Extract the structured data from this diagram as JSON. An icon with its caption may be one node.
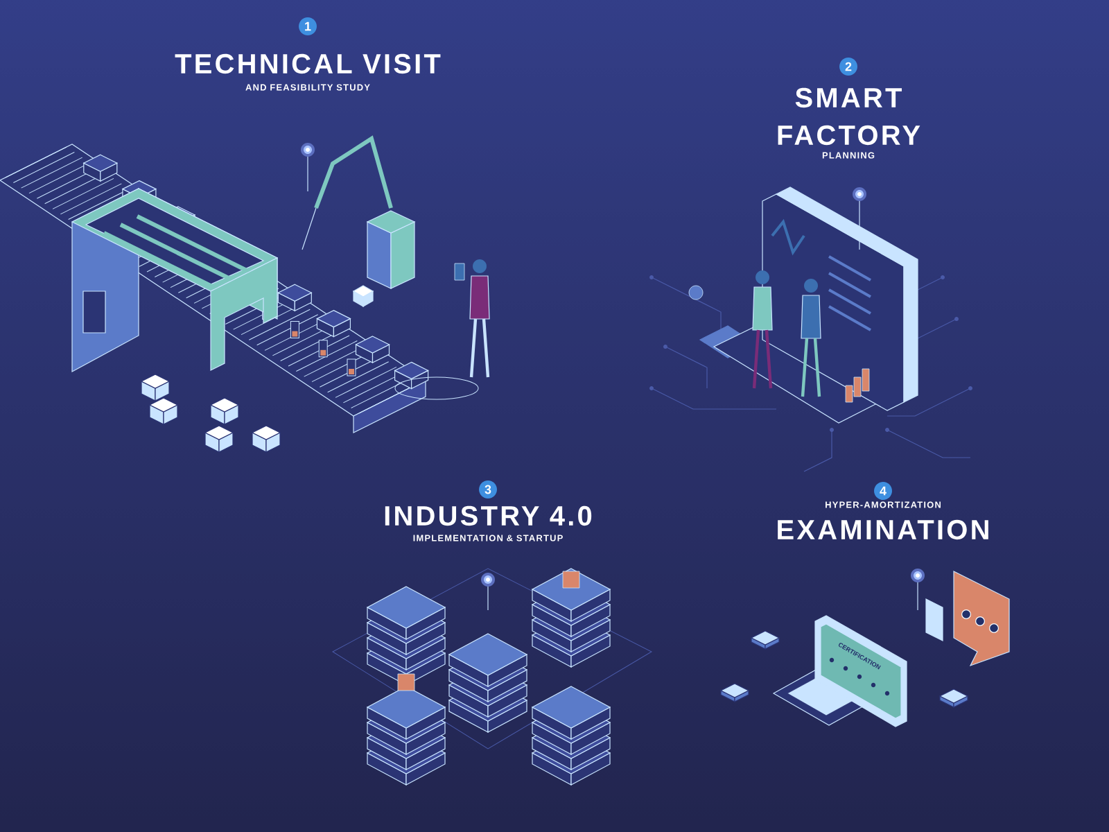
{
  "diagram": {
    "labels": [
      "1",
      "TECHNICAL VISIT",
      "AND FEASIBILITY STUDY",
      "2",
      "SMART FACTORY",
      "PLANNING",
      "3",
      "INDUSTRY 4.0",
      "IMPLEMENTATION & STARTUP",
      "4",
      "HYPER-AMORTIZATION",
      "EXAMINATION",
      "CERTIFICATION"
    ]
  }
}
